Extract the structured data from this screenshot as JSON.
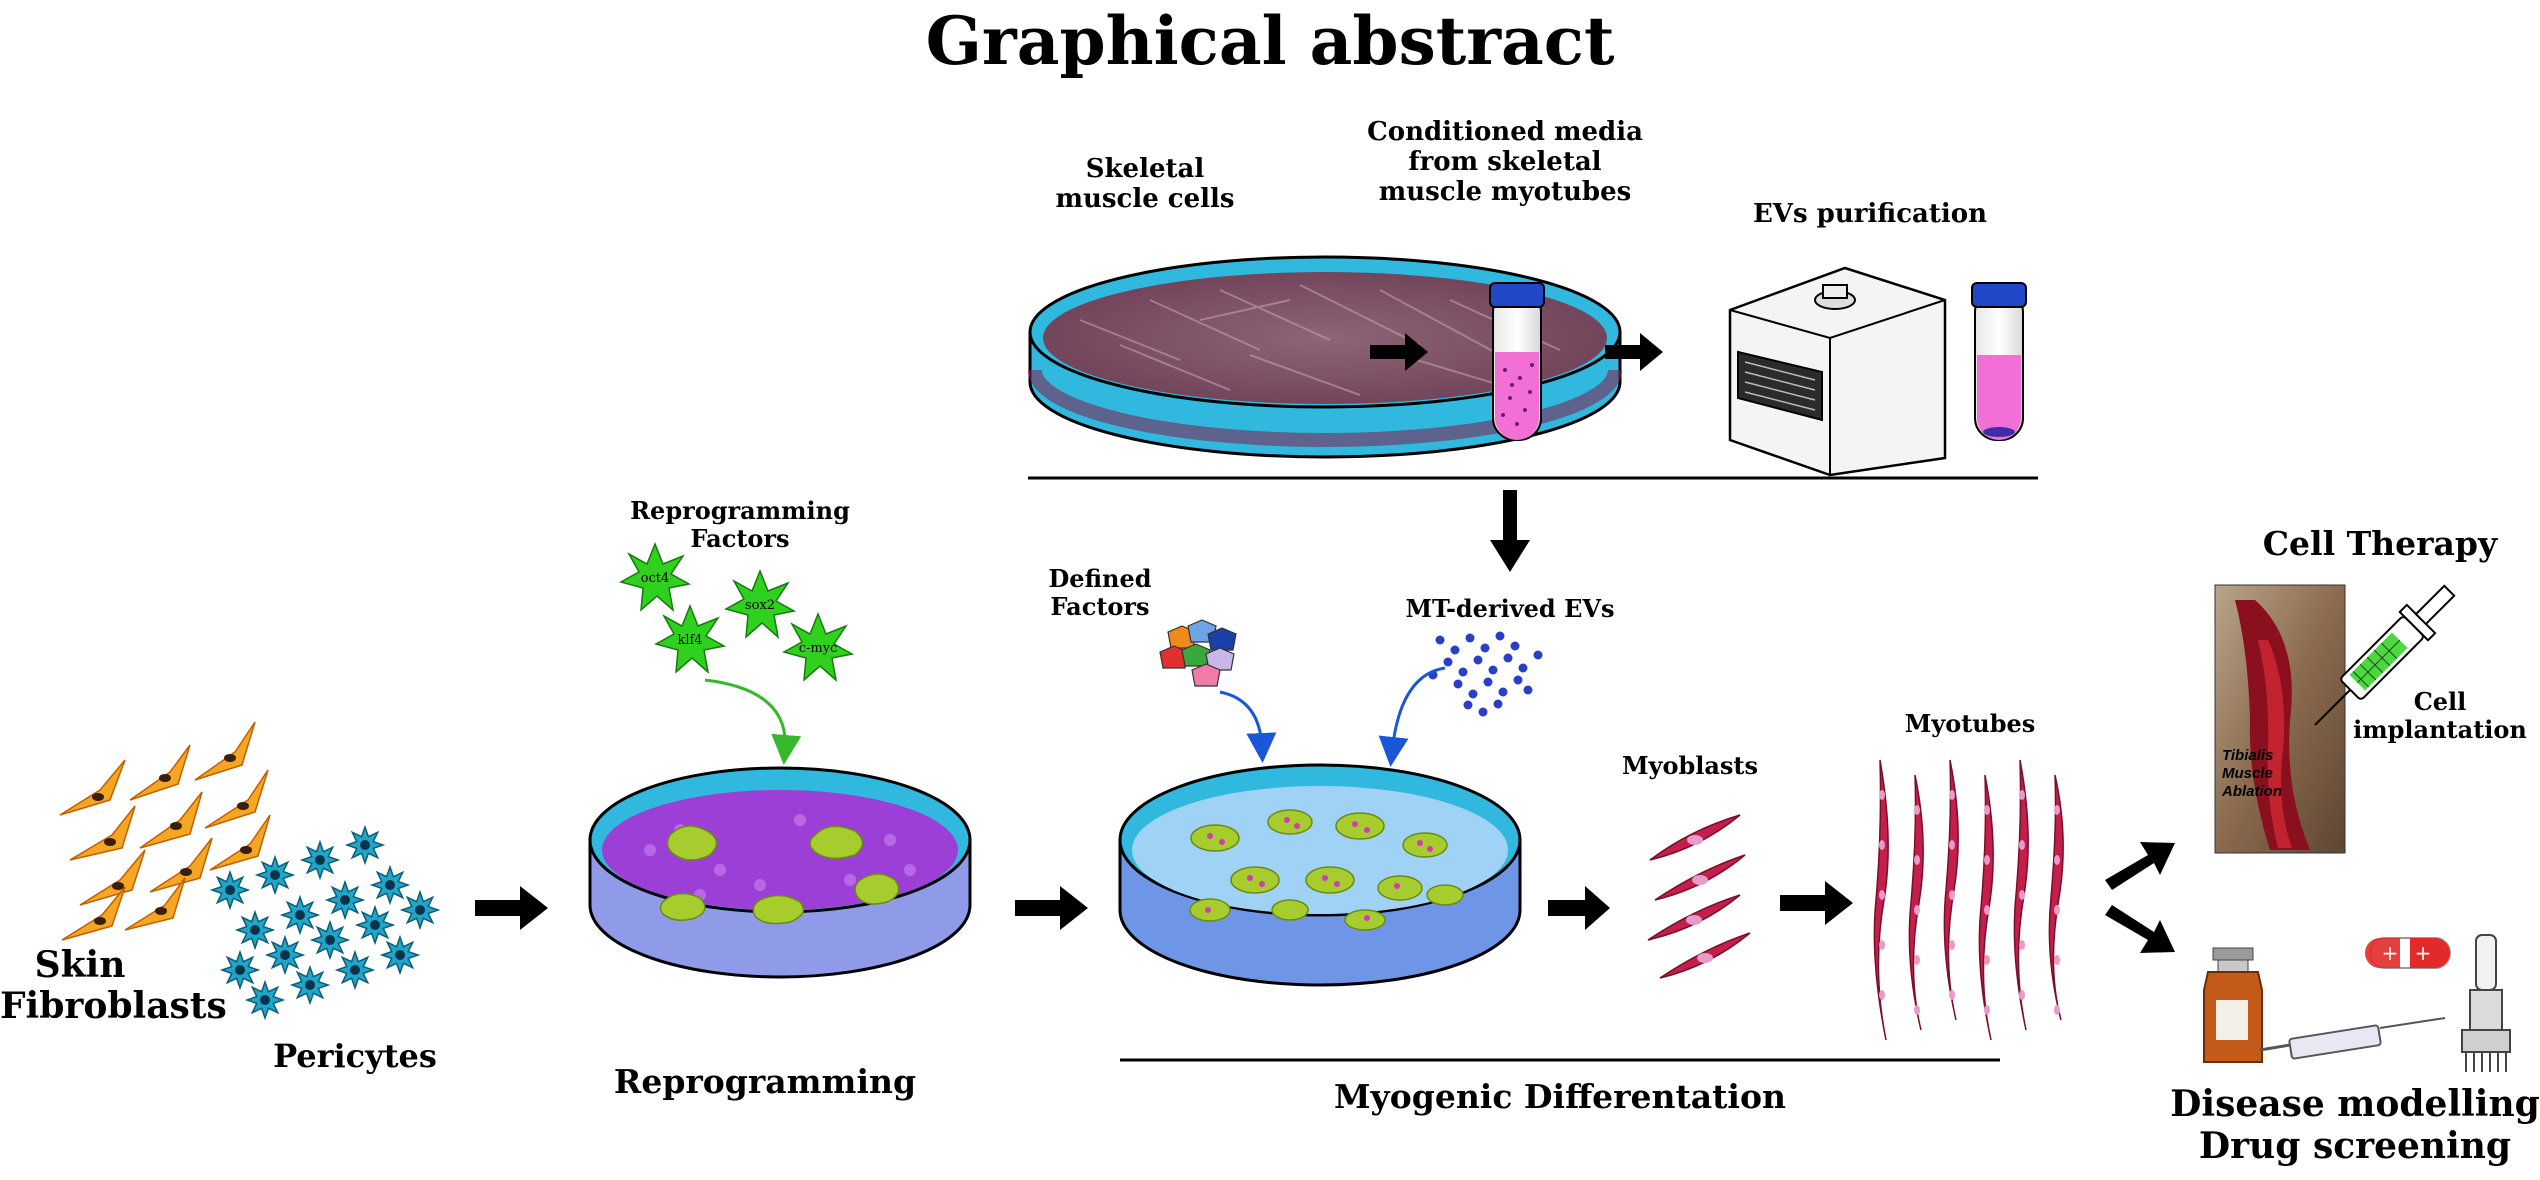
{
  "title": "Graphical abstract",
  "top_row": {
    "dish_label": "Skeletal muscle cells",
    "dish_label_lines": [
      "Skeletal",
      "muscle cells"
    ],
    "media_label_lines": [
      "Conditioned media",
      "from skeletal",
      "muscle myotubes"
    ],
    "ev_label": "EVs purification"
  },
  "left": {
    "fibroblast_label_lines": [
      "Skin",
      "Fibroblasts"
    ],
    "pericytes_label": "Pericytes"
  },
  "reprogramming": {
    "factors_label_lines": [
      "Reprogramming",
      "Factors"
    ],
    "factors": [
      "oct4",
      "sox2",
      "klf4",
      "c-myc"
    ],
    "stage_label": "Reprogramming"
  },
  "myogenic": {
    "defined_factors_lines": [
      "Defined",
      "Factors"
    ],
    "mt_evs_label": "MT-derived EVs",
    "myoblasts_label": "Myoblasts",
    "myotubes_label": "Myotubes",
    "stage_label": "Myogenic Differentation"
  },
  "outcomes": {
    "cell_therapy_label": "Cell Therapy",
    "implantation_lines": [
      "Cell",
      "implantation"
    ],
    "photo_caption_lines": [
      "Tibialis",
      "Muscle",
      "Ablation"
    ],
    "disease_lines": [
      "Disease modelling",
      "Drug screening"
    ]
  },
  "colors": {
    "dish_rim": "#30b8de",
    "arrow": "#000000",
    "factor_star": "#2fd11e",
    "ev_dot": "#2a3fc8",
    "curve_blue": "#1a56d8",
    "curve_green": "#35b82a",
    "muscle_red": "#c41e4a",
    "reprog_purple": "#9b3fd6",
    "colony_green": "#a6cc2e",
    "tube_pink": "#f26fd6"
  }
}
